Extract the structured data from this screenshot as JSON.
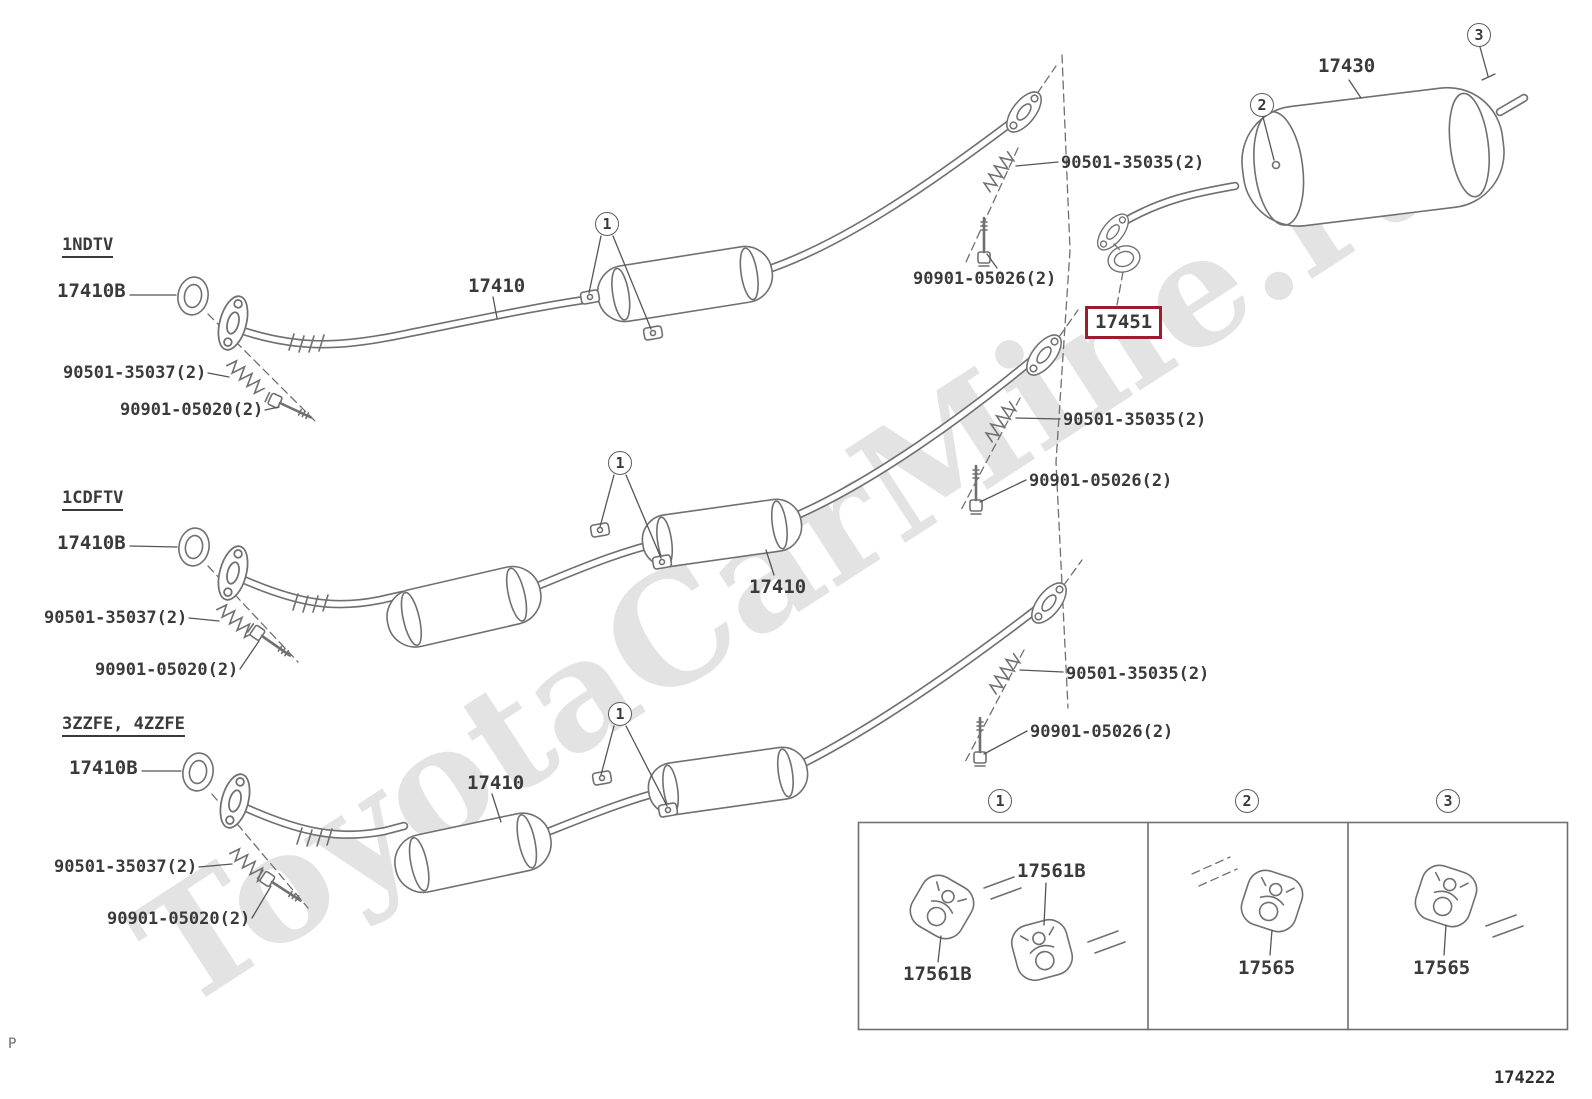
{
  "watermark": "ToyotaCarMine.ru",
  "footer": {
    "page_letter": "P",
    "diagram_code": "174222"
  },
  "muffler": {
    "part_number": "17430"
  },
  "selected_part": {
    "part_number": "17451",
    "highlight_color": "#9e1b32"
  },
  "callouts": {
    "one": "1",
    "two": "2",
    "three": "3"
  },
  "sections": [
    {
      "engine_code": "1NDTV",
      "front_gasket": "17410B",
      "front_spring": "90501-35037(2)",
      "front_bolt": "90901-05020(2)",
      "pipe_assembly": "17410",
      "rear_spring": "90501-35035(2)",
      "rear_bolt": "90901-05026(2)"
    },
    {
      "engine_code": "1CDFTV",
      "front_gasket": "17410B",
      "front_spring": "90501-35037(2)",
      "front_bolt": "90901-05020(2)",
      "pipe_assembly": "17410",
      "rear_spring": "90501-35035(2)",
      "rear_bolt": "90901-05026(2)"
    },
    {
      "engine_code": "3ZZFE, 4ZZFE",
      "front_gasket": "17410B",
      "front_spring": "90501-35037(2)",
      "front_bolt": "90901-05020(2)",
      "pipe_assembly": "17410",
      "rear_spring": "90501-35035(2)",
      "rear_bolt": "90901-05026(2)"
    }
  ],
  "legend": {
    "cell1": {
      "callout": "1",
      "part_top": "17561B",
      "part_bottom": "17561B"
    },
    "cell2": {
      "callout": "2",
      "part": "17565"
    },
    "cell3": {
      "callout": "3",
      "part": "17565"
    }
  }
}
